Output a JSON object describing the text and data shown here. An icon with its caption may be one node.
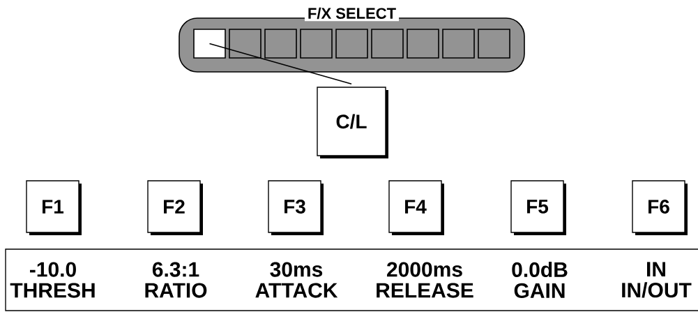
{
  "diagram": {
    "nodes": [
      {
        "text": [
          "F/X SELECT"
        ]
      },
      {
        "text": [],
        "shape": "box",
        "in": 0
      },
      {
        "text": [],
        "shape": "box",
        "in": 0
      },
      {
        "text": [],
        "shape": "box",
        "in": 0
      },
      {
        "text": [],
        "shape": "box",
        "in": 0
      },
      {
        "text": [],
        "shape": "box",
        "in": 0
      },
      {
        "text": [],
        "shape": "box",
        "in": 0
      },
      {
        "text": [],
        "shape": "box",
        "in": 0
      },
      {
        "text": [],
        "shape": "box",
        "in": 0
      },
      {
        "text": [],
        "shape": "box",
        "in": 0
      },
      {
        "text": [
          "C/L"
        ]
      },
      {
        "text": [
          "F1"
        ]
      },
      {
        "text": [
          "F2"
        ]
      },
      {
        "text": [
          "F3"
        ]
      },
      {
        "text": [
          "F4"
        ]
      },
      {
        "text": [
          "F5"
        ]
      },
      {
        "text": [
          "F6"
        ]
      },
      {
        "text": [
          "-10.0",
          "THRESH",
          "6.3:1",
          "RATIO",
          "30ms",
          "ATTACK",
          "2000ms",
          "RELEASE",
          "0.0dB",
          "GAIN",
          "IN",
          "IN/OUT"
        ]
      }
    ],
    "edges": [
      {
        "from": 10,
        "to": 1,
        "arrow": "none"
      }
    ]
  }
}
